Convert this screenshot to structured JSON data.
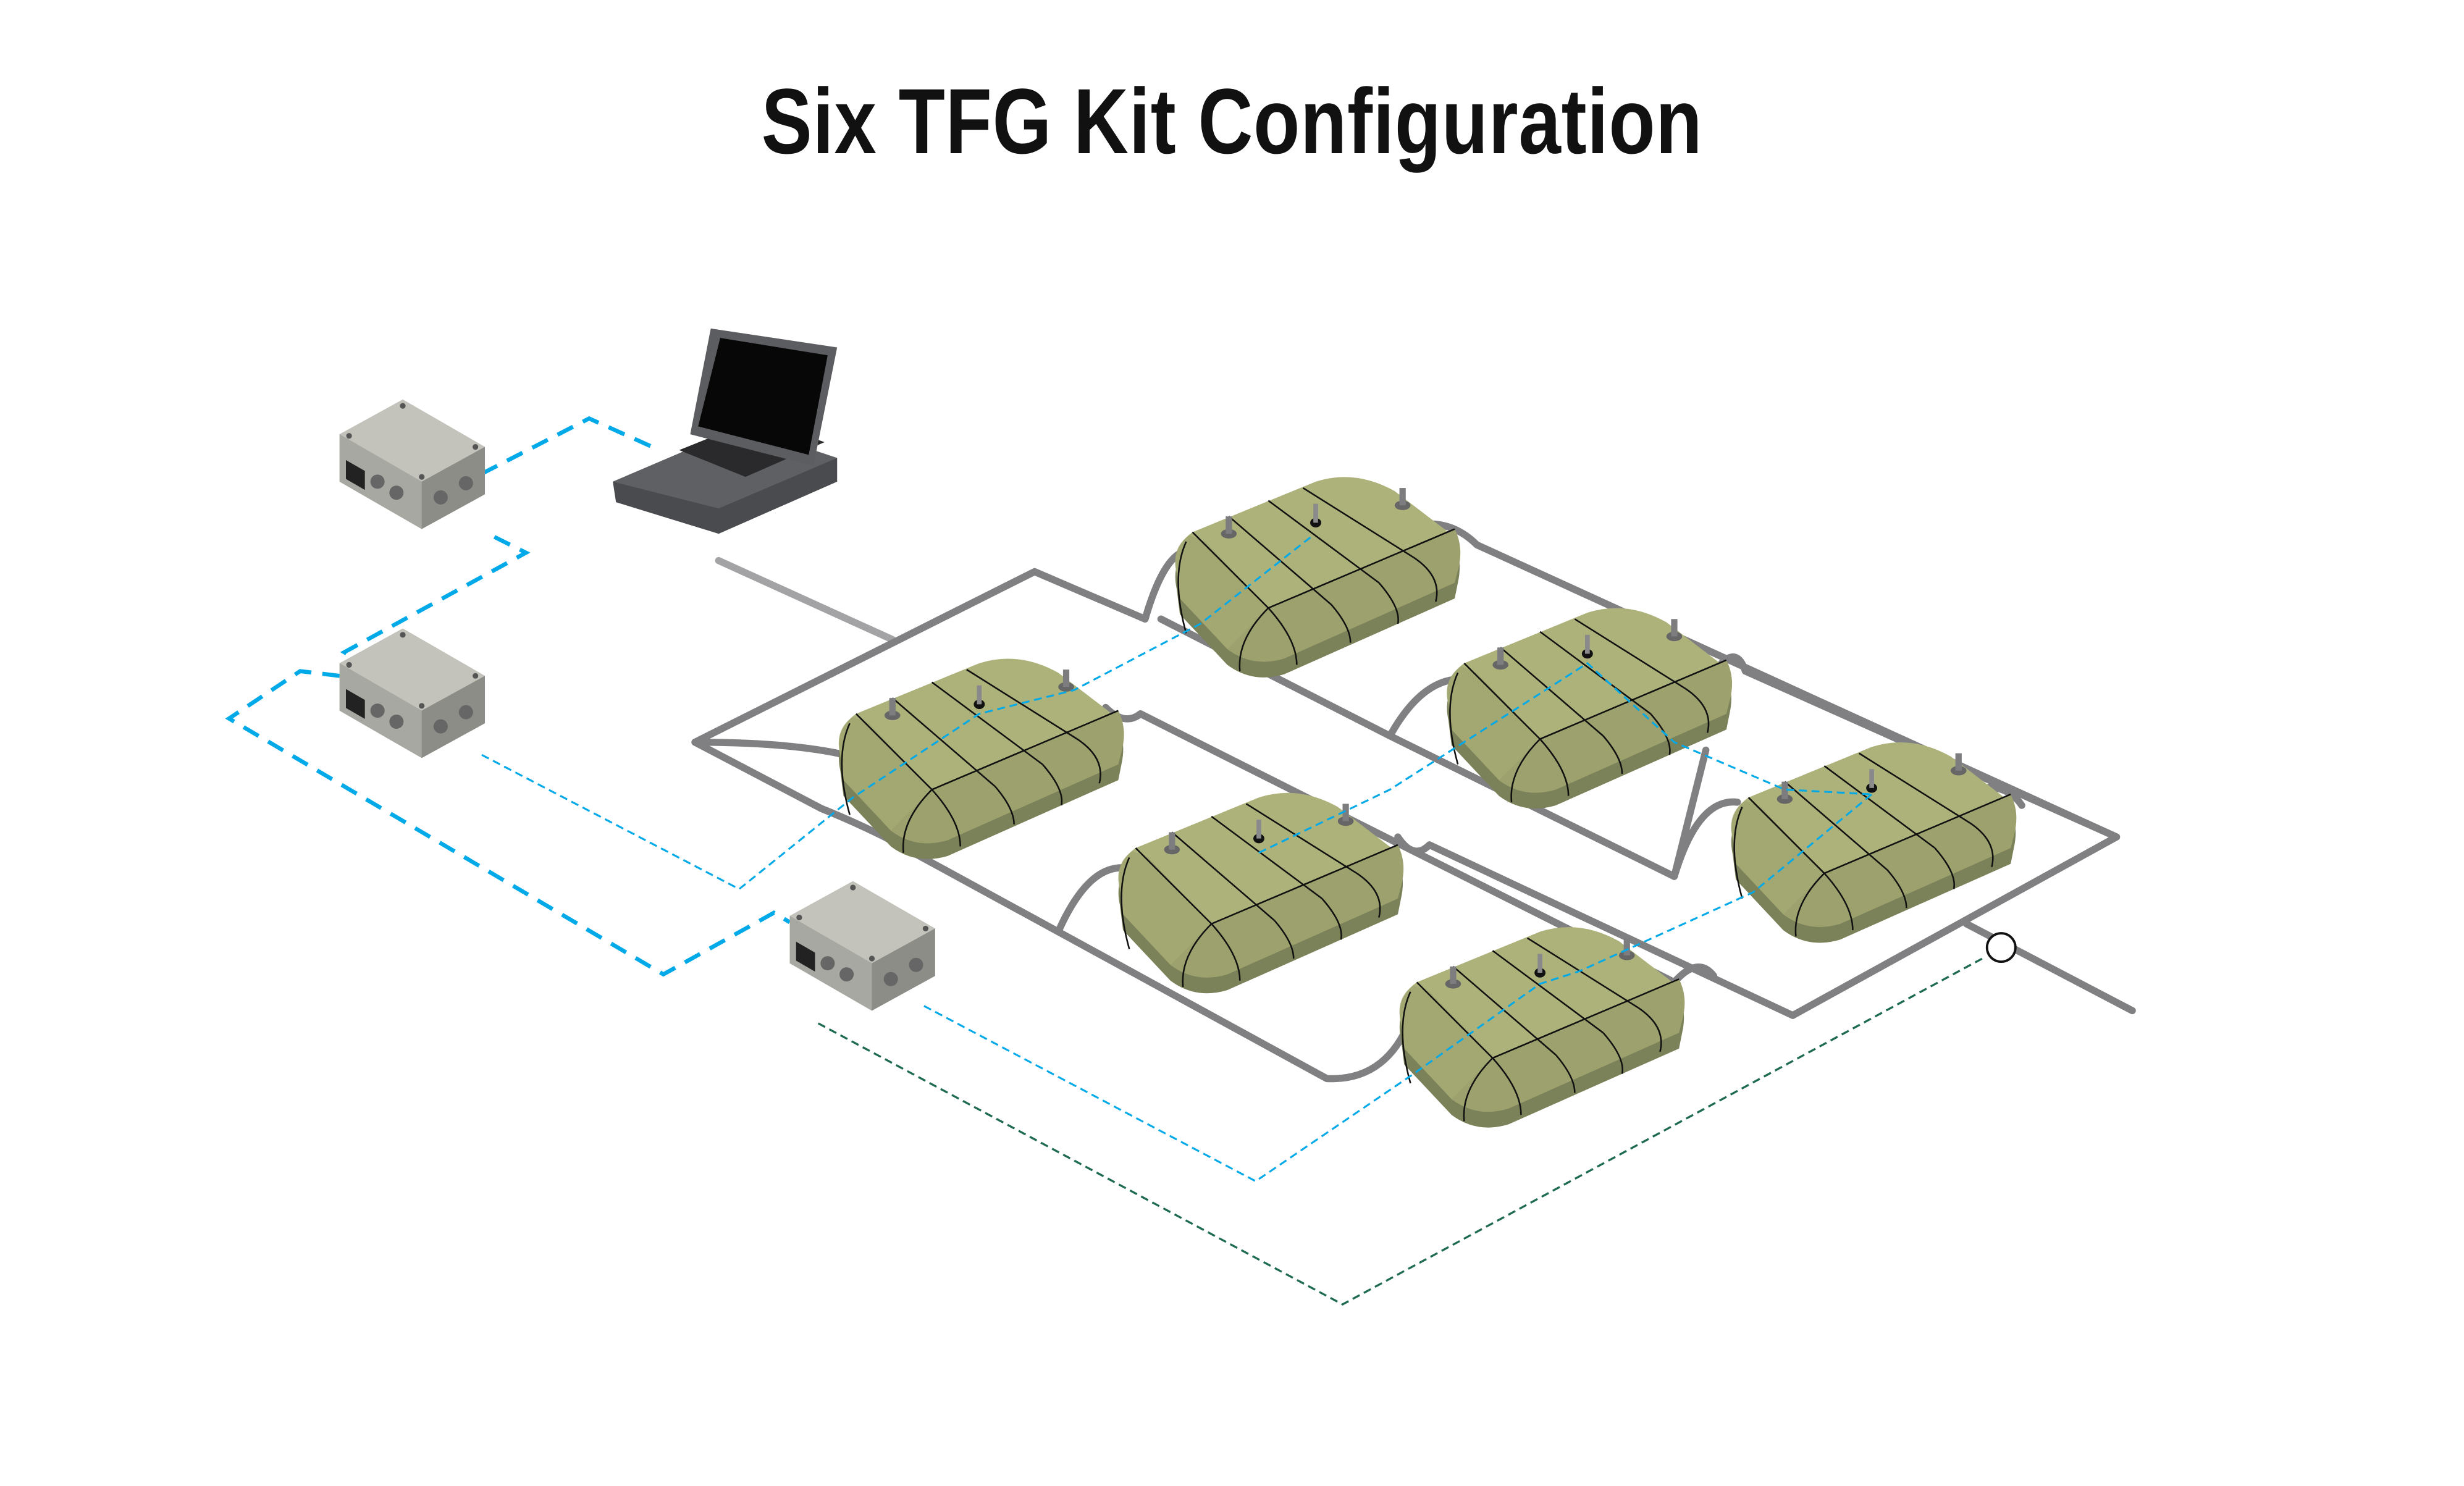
{
  "title": "Six TFG Kit Configuration",
  "components": {
    "laptop": "laptop-icon",
    "controllers": [
      "control-box-small-icon",
      "control-box-medium-icon",
      "control-box-lower-icon"
    ],
    "bladders": [
      "bladder-1",
      "bladder-2",
      "bladder-3",
      "bladder-4",
      "bladder-5",
      "bladder-6"
    ],
    "valve": "valve-icon"
  },
  "colors": {
    "pipe": "#808083",
    "network_cable": "#00a9e8",
    "ground_cable": "#1e6b4f",
    "bladder": "#adb27a",
    "box": "#bdbdb5",
    "laptop": "#5c5d60"
  }
}
